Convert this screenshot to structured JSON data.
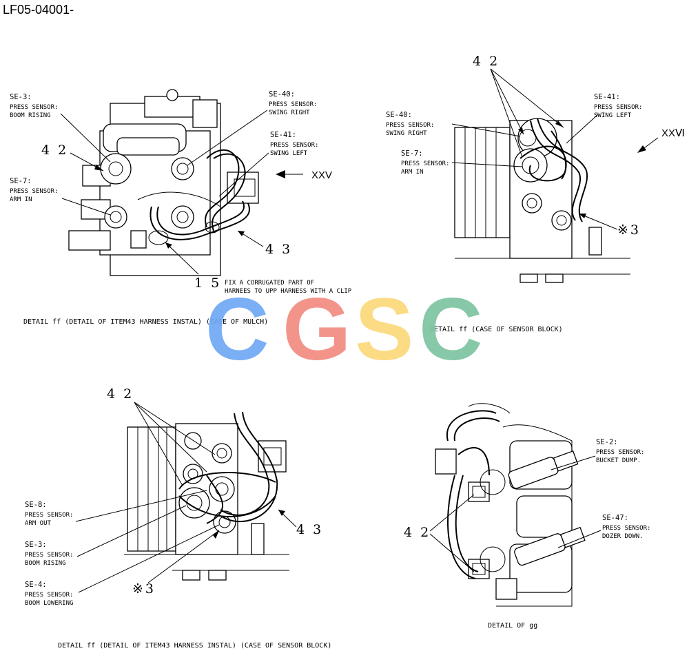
{
  "doc_id": "LF05-04001-",
  "panels": {
    "top_left": {
      "caption": "DETAIL ff (DETAIL OF ITEM43 HARNESS INSTAL) (CASE OF MULCH)",
      "view_marker": "XXV",
      "callouts": {
        "n42": "4 2",
        "n43": "4 3",
        "n15": "1 5"
      },
      "note_line1": "FIX A CORRUGATED PART OF",
      "note_line2": "HARNEES TO UPP HARNESS WITH A CLIP",
      "sensors": [
        {
          "code": "SE-3:",
          "line1": "PRESS SENSOR:",
          "line2": "BOOM RISING"
        },
        {
          "code": "SE-7:",
          "line1": "PRESS SENSOR:",
          "line2": "ARM IN"
        },
        {
          "code": "SE-40:",
          "line1": "PRESS SENSOR:",
          "line2": "SWING RIGHT"
        },
        {
          "code": "SE-41:",
          "line1": "PRESS SENSOR:",
          "line2": "SWING LEFT"
        }
      ]
    },
    "top_right": {
      "caption": "DETAIL ff (CASE OF SENSOR BLOCK)",
      "view_marker": "XXⅥ",
      "callouts": {
        "n42": "4 2",
        "x3": "※3"
      },
      "sensors": [
        {
          "code": "SE-40:",
          "line1": "PRESS SENSOR:",
          "line2": "SWING RIGHT"
        },
        {
          "code": "SE-7:",
          "line1": "PRESS SENSOR:",
          "line2": "ARM IN"
        },
        {
          "code": "SE-41:",
          "line1": "PRESS SENSOR:",
          "line2": "SWING LEFT"
        }
      ]
    },
    "bottom_left": {
      "caption": "DETAIL ff (DETAIL OF ITEM43 HARNESS INSTAL) (CASE OF SENSOR BLOCK)",
      "callouts": {
        "n42": "4 2",
        "n43": "4 3",
        "x3": "※3"
      },
      "sensors": [
        {
          "code": "SE-8:",
          "line1": "PRESS SENSOR:",
          "line2": "ARM OUT"
        },
        {
          "code": "SE-3:",
          "line1": "PRESS SENSOR:",
          "line2": "BOOM RISING"
        },
        {
          "code": "SE-4:",
          "line1": "PRESS SENSOR:",
          "line2": "BOOM LOWERING"
        }
      ]
    },
    "bottom_right": {
      "caption": "DETAIL OF gg",
      "callouts": {
        "n42": "4 2"
      },
      "sensors": [
        {
          "code": "SE-2:",
          "line1": "PRESS SENSOR:",
          "line2": "BUCKET DUMP."
        },
        {
          "code": "SE-47:",
          "line1": "PRESS SENSOR:",
          "line2": "DOZER DOWN."
        }
      ]
    }
  },
  "watermark": {
    "letters": [
      "C",
      "G",
      "S",
      "C"
    ],
    "colors": [
      "#6fa8f5",
      "#f28b82",
      "#fbd97a",
      "#7cc4a0"
    ]
  }
}
